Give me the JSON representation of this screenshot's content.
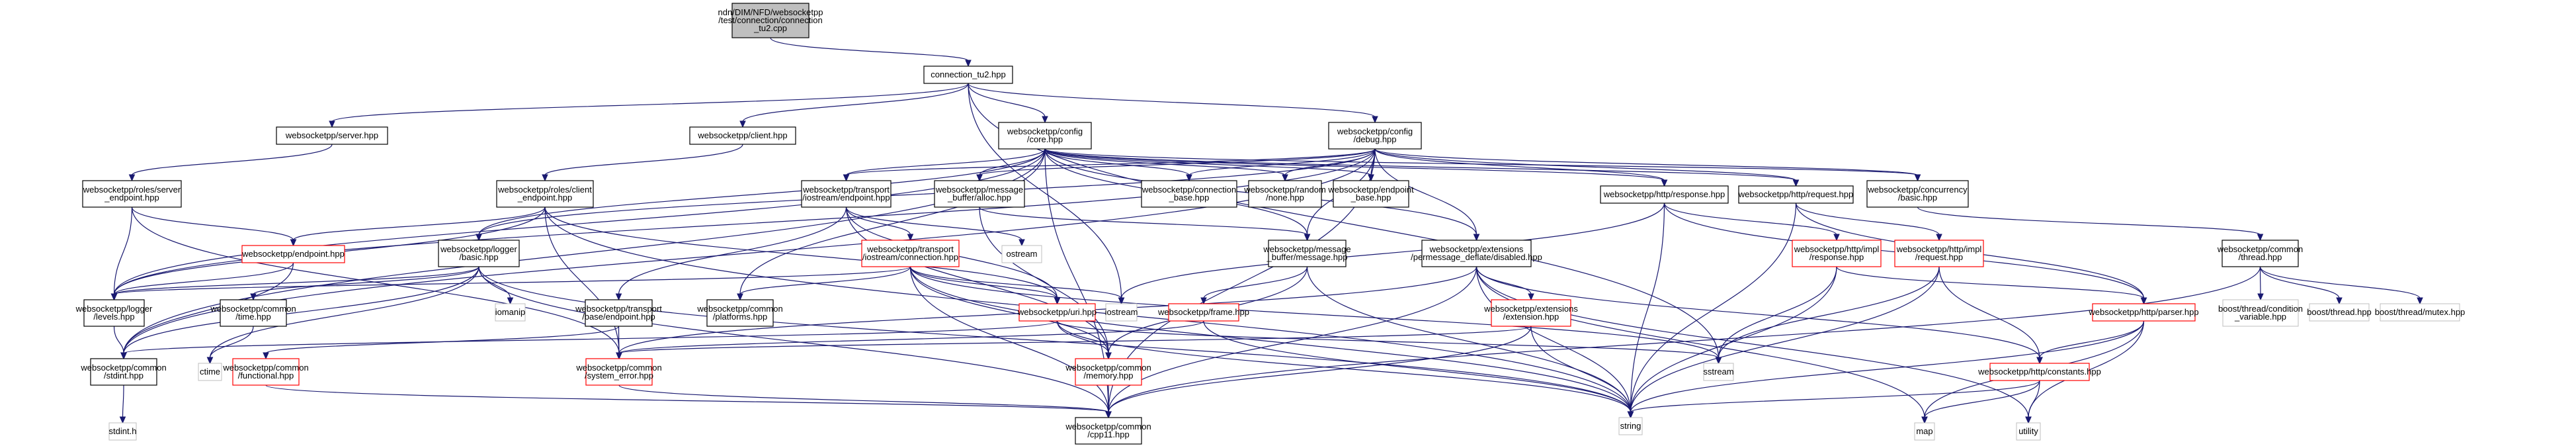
{
  "diagram": {
    "title": "Include dependency graph",
    "colors": {
      "edge": "#191970",
      "root_fill": "#bfbfbf",
      "normal_border": "#000000",
      "truncated_border": "#ff0000",
      "external_border": "#bfbfbf"
    },
    "nodes": [
      {
        "id": "root",
        "lines": [
          "ndn/DIM/NFD/websocketpp",
          "/test/connection/connection",
          "_tu2.cpp"
        ],
        "kind": "root"
      },
      {
        "id": "connection_tu2",
        "lines": [
          "connection_tu2.hpp"
        ],
        "kind": "normal"
      },
      {
        "id": "server",
        "lines": [
          "websocketpp/server.hpp"
        ],
        "kind": "normal"
      },
      {
        "id": "client",
        "lines": [
          "websocketpp/client.hpp"
        ],
        "kind": "normal"
      },
      {
        "id": "config_core",
        "lines": [
          "websocketpp/config",
          "/core.hpp"
        ],
        "kind": "normal"
      },
      {
        "id": "config_debug",
        "lines": [
          "websocketpp/config",
          "/debug.hpp"
        ],
        "kind": "normal"
      },
      {
        "id": "roles_server",
        "lines": [
          "websocketpp/roles/server",
          "_endpoint.hpp"
        ],
        "kind": "normal"
      },
      {
        "id": "roles_client",
        "lines": [
          "websocketpp/roles/client",
          "_endpoint.hpp"
        ],
        "kind": "normal"
      },
      {
        "id": "endpoint",
        "lines": [
          "websocketpp/endpoint.hpp"
        ],
        "kind": "truncated"
      },
      {
        "id": "logger_basic",
        "lines": [
          "websocketpp/logger",
          "/basic.hpp"
        ],
        "kind": "normal"
      },
      {
        "id": "transport_iostream_endpoint",
        "lines": [
          "websocketpp/transport",
          "/iostream/endpoint.hpp"
        ],
        "kind": "normal"
      },
      {
        "id": "transport_iostream_connection",
        "lines": [
          "websocketpp/transport",
          "/iostream/connection.hpp"
        ],
        "kind": "truncated"
      },
      {
        "id": "msg_alloc",
        "lines": [
          "websocketpp/message",
          "_buffer/alloc.hpp"
        ],
        "kind": "normal"
      },
      {
        "id": "connection_base",
        "lines": [
          "websocketpp/connection",
          "_base.hpp"
        ],
        "kind": "normal"
      },
      {
        "id": "random_none",
        "lines": [
          "websocketpp/random",
          "/none.hpp"
        ],
        "kind": "normal"
      },
      {
        "id": "endpoint_base",
        "lines": [
          "websocketpp/endpoint",
          "_base.hpp"
        ],
        "kind": "normal"
      },
      {
        "id": "http_response",
        "lines": [
          "websocketpp/http/response.hpp"
        ],
        "kind": "normal"
      },
      {
        "id": "http_request",
        "lines": [
          "websocketpp/http/request.hpp"
        ],
        "kind": "normal"
      },
      {
        "id": "concurrency_basic",
        "lines": [
          "websocketpp/concurrency",
          "/basic.hpp"
        ],
        "kind": "normal"
      },
      {
        "id": "msg_message",
        "lines": [
          "websocketpp/message",
          "_buffer/message.hpp"
        ],
        "kind": "normal"
      },
      {
        "id": "ext_disabled",
        "lines": [
          "websocketpp/extensions",
          "/permessage_deflate/disabled.hpp"
        ],
        "kind": "normal"
      },
      {
        "id": "http_impl_response",
        "lines": [
          "websocketpp/http/impl",
          "/response.hpp"
        ],
        "kind": "truncated"
      },
      {
        "id": "http_impl_request",
        "lines": [
          "websocketpp/http/impl",
          "/request.hpp"
        ],
        "kind": "truncated"
      },
      {
        "id": "common_thread",
        "lines": [
          "websocketpp/common",
          "/thread.hpp"
        ],
        "kind": "normal"
      },
      {
        "id": "ostream",
        "lines": [
          "ostream"
        ],
        "kind": "external"
      },
      {
        "id": "logger_levels",
        "lines": [
          "websocketpp/logger",
          "/levels.hpp"
        ],
        "kind": "normal"
      },
      {
        "id": "common_time",
        "lines": [
          "websocketpp/common",
          "/time.hpp"
        ],
        "kind": "normal"
      },
      {
        "id": "iomanip",
        "lines": [
          "iomanip"
        ],
        "kind": "external"
      },
      {
        "id": "transport_base_endpoint",
        "lines": [
          "websocketpp/transport",
          "/base/endpoint.hpp"
        ],
        "kind": "normal"
      },
      {
        "id": "common_platforms",
        "lines": [
          "websocketpp/common",
          "/platforms.hpp"
        ],
        "kind": "normal"
      },
      {
        "id": "uri",
        "lines": [
          "websocketpp/uri.hpp"
        ],
        "kind": "truncated"
      },
      {
        "id": "iostream",
        "lines": [
          "iostream"
        ],
        "kind": "external"
      },
      {
        "id": "frame",
        "lines": [
          "websocketpp/frame.hpp"
        ],
        "kind": "truncated"
      },
      {
        "id": "ext_extension",
        "lines": [
          "websocketpp/extensions",
          "/extension.hpp"
        ],
        "kind": "truncated"
      },
      {
        "id": "http_parser",
        "lines": [
          "websocketpp/http/parser.hpp"
        ],
        "kind": "truncated"
      },
      {
        "id": "boost_cond",
        "lines": [
          "boost/thread/condition",
          "_variable.hpp"
        ],
        "kind": "external"
      },
      {
        "id": "boost_thread",
        "lines": [
          "boost/thread.hpp"
        ],
        "kind": "external"
      },
      {
        "id": "boost_mutex",
        "lines": [
          "boost/thread/mutex.hpp"
        ],
        "kind": "external"
      },
      {
        "id": "common_stdint",
        "lines": [
          "websocketpp/common",
          "/stdint.hpp"
        ],
        "kind": "normal"
      },
      {
        "id": "ctime",
        "lines": [
          "ctime"
        ],
        "kind": "external"
      },
      {
        "id": "common_functional",
        "lines": [
          "websocketpp/common",
          "/functional.hpp"
        ],
        "kind": "truncated"
      },
      {
        "id": "common_system_error",
        "lines": [
          "websocketpp/common",
          "/system_error.hpp"
        ],
        "kind": "truncated"
      },
      {
        "id": "common_memory",
        "lines": [
          "websocketpp/common",
          "/memory.hpp"
        ],
        "kind": "truncated"
      },
      {
        "id": "sstream",
        "lines": [
          "sstream"
        ],
        "kind": "external"
      },
      {
        "id": "http_constants",
        "lines": [
          "websocketpp/http/constants.hpp"
        ],
        "kind": "truncated"
      },
      {
        "id": "stdint_h",
        "lines": [
          "stdint.h"
        ],
        "kind": "external"
      },
      {
        "id": "common_cpp11",
        "lines": [
          "websocketpp/common",
          "/cpp11.hpp"
        ],
        "kind": "normal"
      },
      {
        "id": "string",
        "lines": [
          "string"
        ],
        "kind": "external"
      },
      {
        "id": "map",
        "lines": [
          "map"
        ],
        "kind": "external"
      },
      {
        "id": "utility",
        "lines": [
          "utility"
        ],
        "kind": "external"
      }
    ],
    "edges": [
      [
        "root",
        "connection_tu2"
      ],
      [
        "connection_tu2",
        "server"
      ],
      [
        "connection_tu2",
        "client"
      ],
      [
        "connection_tu2",
        "config_core"
      ],
      [
        "connection_tu2",
        "config_debug"
      ],
      [
        "connection_tu2",
        "iostream"
      ],
      [
        "connection_tu2",
        "sstream"
      ],
      [
        "server",
        "roles_server"
      ],
      [
        "client",
        "roles_client"
      ],
      [
        "roles_server",
        "endpoint"
      ],
      [
        "roles_server",
        "logger_levels"
      ],
      [
        "roles_server",
        "common_system_error"
      ],
      [
        "roles_client",
        "endpoint"
      ],
      [
        "roles_client",
        "logger_levels"
      ],
      [
        "roles_client",
        "uri"
      ],
      [
        "roles_client",
        "common_system_error"
      ],
      [
        "roles_client",
        "string"
      ],
      [
        "config_core",
        "common_platforms"
      ],
      [
        "config_core",
        "common_cpp11"
      ],
      [
        "config_core",
        "common_stdint"
      ],
      [
        "config_core",
        "concurrency_basic"
      ],
      [
        "config_core",
        "http_request"
      ],
      [
        "config_core",
        "http_response"
      ],
      [
        "config_core",
        "msg_message"
      ],
      [
        "config_core",
        "msg_alloc"
      ],
      [
        "config_core",
        "logger_levels"
      ],
      [
        "config_core",
        "logger_basic"
      ],
      [
        "config_core",
        "random_none"
      ],
      [
        "config_core",
        "endpoint_base"
      ],
      [
        "config_core",
        "connection_base"
      ],
      [
        "config_core",
        "transport_iostream_endpoint"
      ],
      [
        "config_core",
        "ext_disabled"
      ],
      [
        "config_debug",
        "common_stdint"
      ],
      [
        "config_debug",
        "concurrency_basic"
      ],
      [
        "config_debug",
        "http_request"
      ],
      [
        "config_debug",
        "http_response"
      ],
      [
        "config_debug",
        "msg_message"
      ],
      [
        "config_debug",
        "msg_alloc"
      ],
      [
        "config_debug",
        "logger_levels"
      ],
      [
        "config_debug",
        "logger_basic"
      ],
      [
        "config_debug",
        "random_none"
      ],
      [
        "config_debug",
        "endpoint_base"
      ],
      [
        "config_debug",
        "connection_base"
      ],
      [
        "config_debug",
        "transport_iostream_endpoint"
      ],
      [
        "config_debug",
        "ext_disabled"
      ],
      [
        "config_debug",
        "common_cpp11"
      ],
      [
        "endpoint",
        "logger_levels"
      ],
      [
        "endpoint",
        "common_stdint"
      ],
      [
        "logger_basic",
        "logger_levels"
      ],
      [
        "logger_basic",
        "common_stdint"
      ],
      [
        "logger_basic",
        "common_time"
      ],
      [
        "logger_basic",
        "iomanip"
      ],
      [
        "logger_basic",
        "ctime"
      ],
      [
        "logger_basic",
        "string"
      ],
      [
        "logger_basic",
        "common_cpp11"
      ],
      [
        "transport_iostream_endpoint",
        "transport_base_endpoint"
      ],
      [
        "transport_iostream_endpoint",
        "transport_iostream_connection"
      ],
      [
        "transport_iostream_endpoint",
        "uri"
      ],
      [
        "transport_iostream_endpoint",
        "common_memory"
      ],
      [
        "transport_iostream_endpoint",
        "ostream"
      ],
      [
        "transport_iostream_connection",
        "common_platforms"
      ],
      [
        "transport_iostream_connection",
        "uri"
      ],
      [
        "transport_iostream_connection",
        "common_memory"
      ],
      [
        "transport_iostream_connection",
        "iostream"
      ],
      [
        "transport_iostream_connection",
        "logger_levels"
      ],
      [
        "transport_iostream_connection",
        "string"
      ],
      [
        "transport_iostream_connection",
        "common_cpp11"
      ],
      [
        "transport_iostream_connection",
        "sstream"
      ],
      [
        "transport_base_endpoint",
        "common_functional"
      ],
      [
        "transport_base_endpoint",
        "common_system_error"
      ],
      [
        "common_time",
        "ctime"
      ],
      [
        "logger_levels",
        "common_stdint"
      ],
      [
        "common_stdint",
        "stdint_h"
      ],
      [
        "msg_alloc",
        "common_memory"
      ],
      [
        "msg_alloc",
        "msg_message"
      ],
      [
        "msg_message",
        "frame"
      ],
      [
        "msg_message",
        "common_memory"
      ],
      [
        "msg_message",
        "string"
      ],
      [
        "frame",
        "common_system_error"
      ],
      [
        "frame",
        "string"
      ],
      [
        "uri",
        "common_memory"
      ],
      [
        "uri",
        "common_stdint"
      ],
      [
        "uri",
        "string"
      ],
      [
        "uri",
        "sstream"
      ],
      [
        "common_memory",
        "common_cpp11"
      ],
      [
        "common_system_error",
        "common_cpp11"
      ],
      [
        "common_functional",
        "common_cpp11"
      ],
      [
        "ext_disabled",
        "ext_extension"
      ],
      [
        "ext_disabled",
        "common_cpp11"
      ],
      [
        "ext_disabled",
        "common_system_error"
      ],
      [
        "ext_disabled",
        "http_constants"
      ],
      [
        "ext_disabled",
        "string"
      ],
      [
        "ext_disabled",
        "map"
      ],
      [
        "ext_disabled",
        "utility"
      ],
      [
        "ext_extension",
        "common_cpp11"
      ],
      [
        "ext_extension",
        "common_system_error"
      ],
      [
        "ext_extension",
        "string"
      ],
      [
        "http_response",
        "http_impl_response"
      ],
      [
        "http_response",
        "http_parser"
      ],
      [
        "http_response",
        "iostream"
      ],
      [
        "http_response",
        "string"
      ],
      [
        "http_request",
        "http_impl_request"
      ],
      [
        "http_request",
        "http_parser"
      ],
      [
        "http_request",
        "string"
      ],
      [
        "http_impl_response",
        "sstream"
      ],
      [
        "http_impl_response",
        "string"
      ],
      [
        "http_impl_response",
        "http_parser"
      ],
      [
        "http_impl_request",
        "sstream"
      ],
      [
        "http_impl_request",
        "string"
      ],
      [
        "http_impl_request",
        "http_constants"
      ],
      [
        "http_parser",
        "http_constants"
      ],
      [
        "http_parser",
        "string"
      ],
      [
        "http_parser",
        "map"
      ],
      [
        "http_parser",
        "utility"
      ],
      [
        "http_constants",
        "string"
      ],
      [
        "http_constants",
        "map"
      ],
      [
        "http_constants",
        "utility"
      ],
      [
        "concurrency_basic",
        "common_thread"
      ],
      [
        "common_thread",
        "boost_cond"
      ],
      [
        "common_thread",
        "boost_thread"
      ],
      [
        "common_thread",
        "boost_mutex"
      ],
      [
        "common_thread",
        "common_cpp11"
      ]
    ]
  }
}
